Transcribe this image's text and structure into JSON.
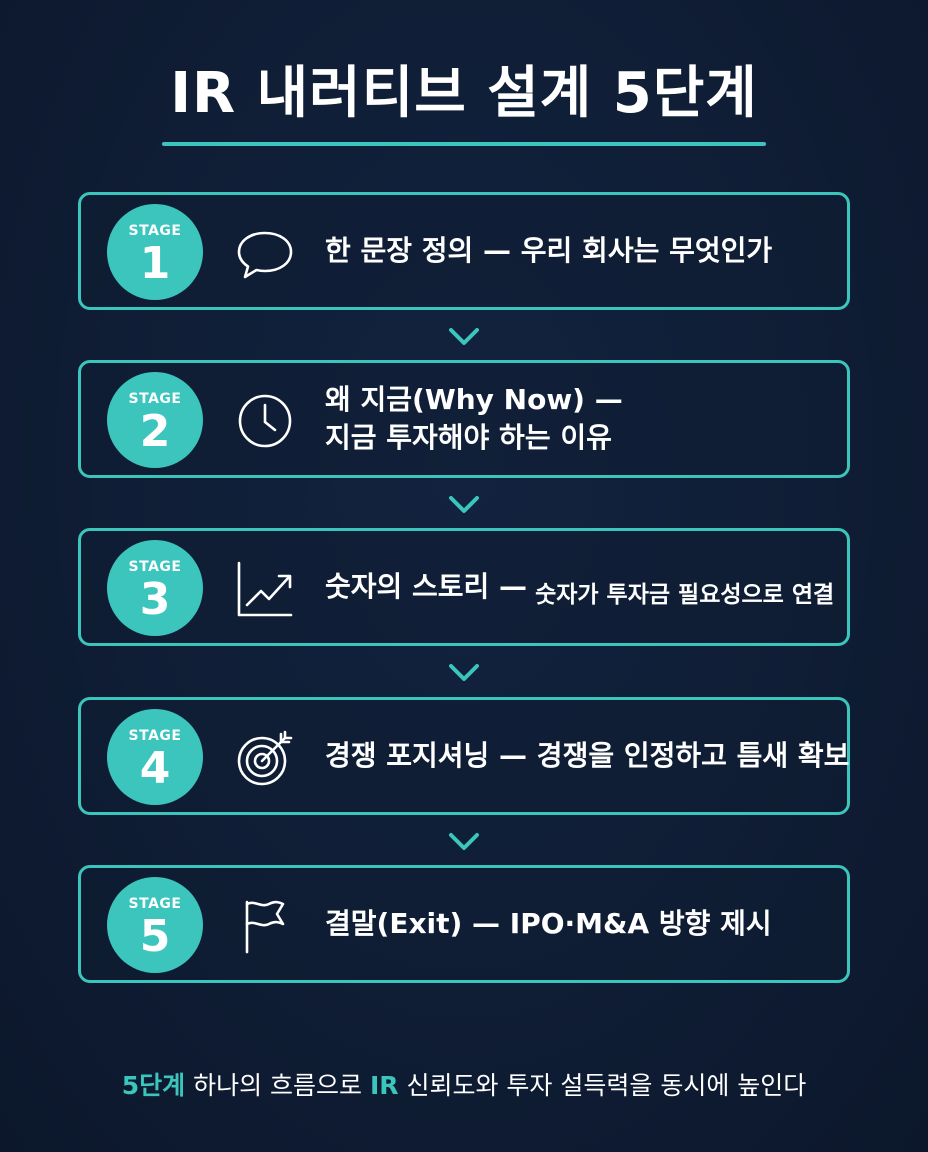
{
  "title": "IR 내러티브 설계 5단계",
  "colors": {
    "accent": "#3cc5bd",
    "background": "#0f1d35",
    "text": "#ffffff"
  },
  "stages": [
    {
      "word": "STAGE",
      "number": "1",
      "icon": "speech-bubble-icon",
      "text": "한 문장 정의 — 우리 회사는 무엇인가"
    },
    {
      "word": "STAGE",
      "number": "2",
      "icon": "clock-icon",
      "line1": "왜 지금(Why Now) —",
      "line2": "지금 투자해야 하는 이유"
    },
    {
      "word": "STAGE",
      "number": "3",
      "icon": "trend-chart-icon",
      "text_main": "숫자의 스토리 —",
      "text_small": "숫자가 투자금 필요성으로 연결"
    },
    {
      "word": "STAGE",
      "number": "4",
      "icon": "target-icon",
      "text": "경쟁 포지셔닝 — 경쟁을 인정하고 틈새 확보"
    },
    {
      "word": "STAGE",
      "number": "5",
      "icon": "flag-icon",
      "text": "결말(Exit) — IPO·M&A 방향 제시"
    }
  ],
  "footer": {
    "accent1": "5단계",
    "part1": " 하나의 흐름으로 ",
    "accent2": "IR",
    "part2": " 신뢰도와 투자 설득력을 동시에 높인다"
  }
}
